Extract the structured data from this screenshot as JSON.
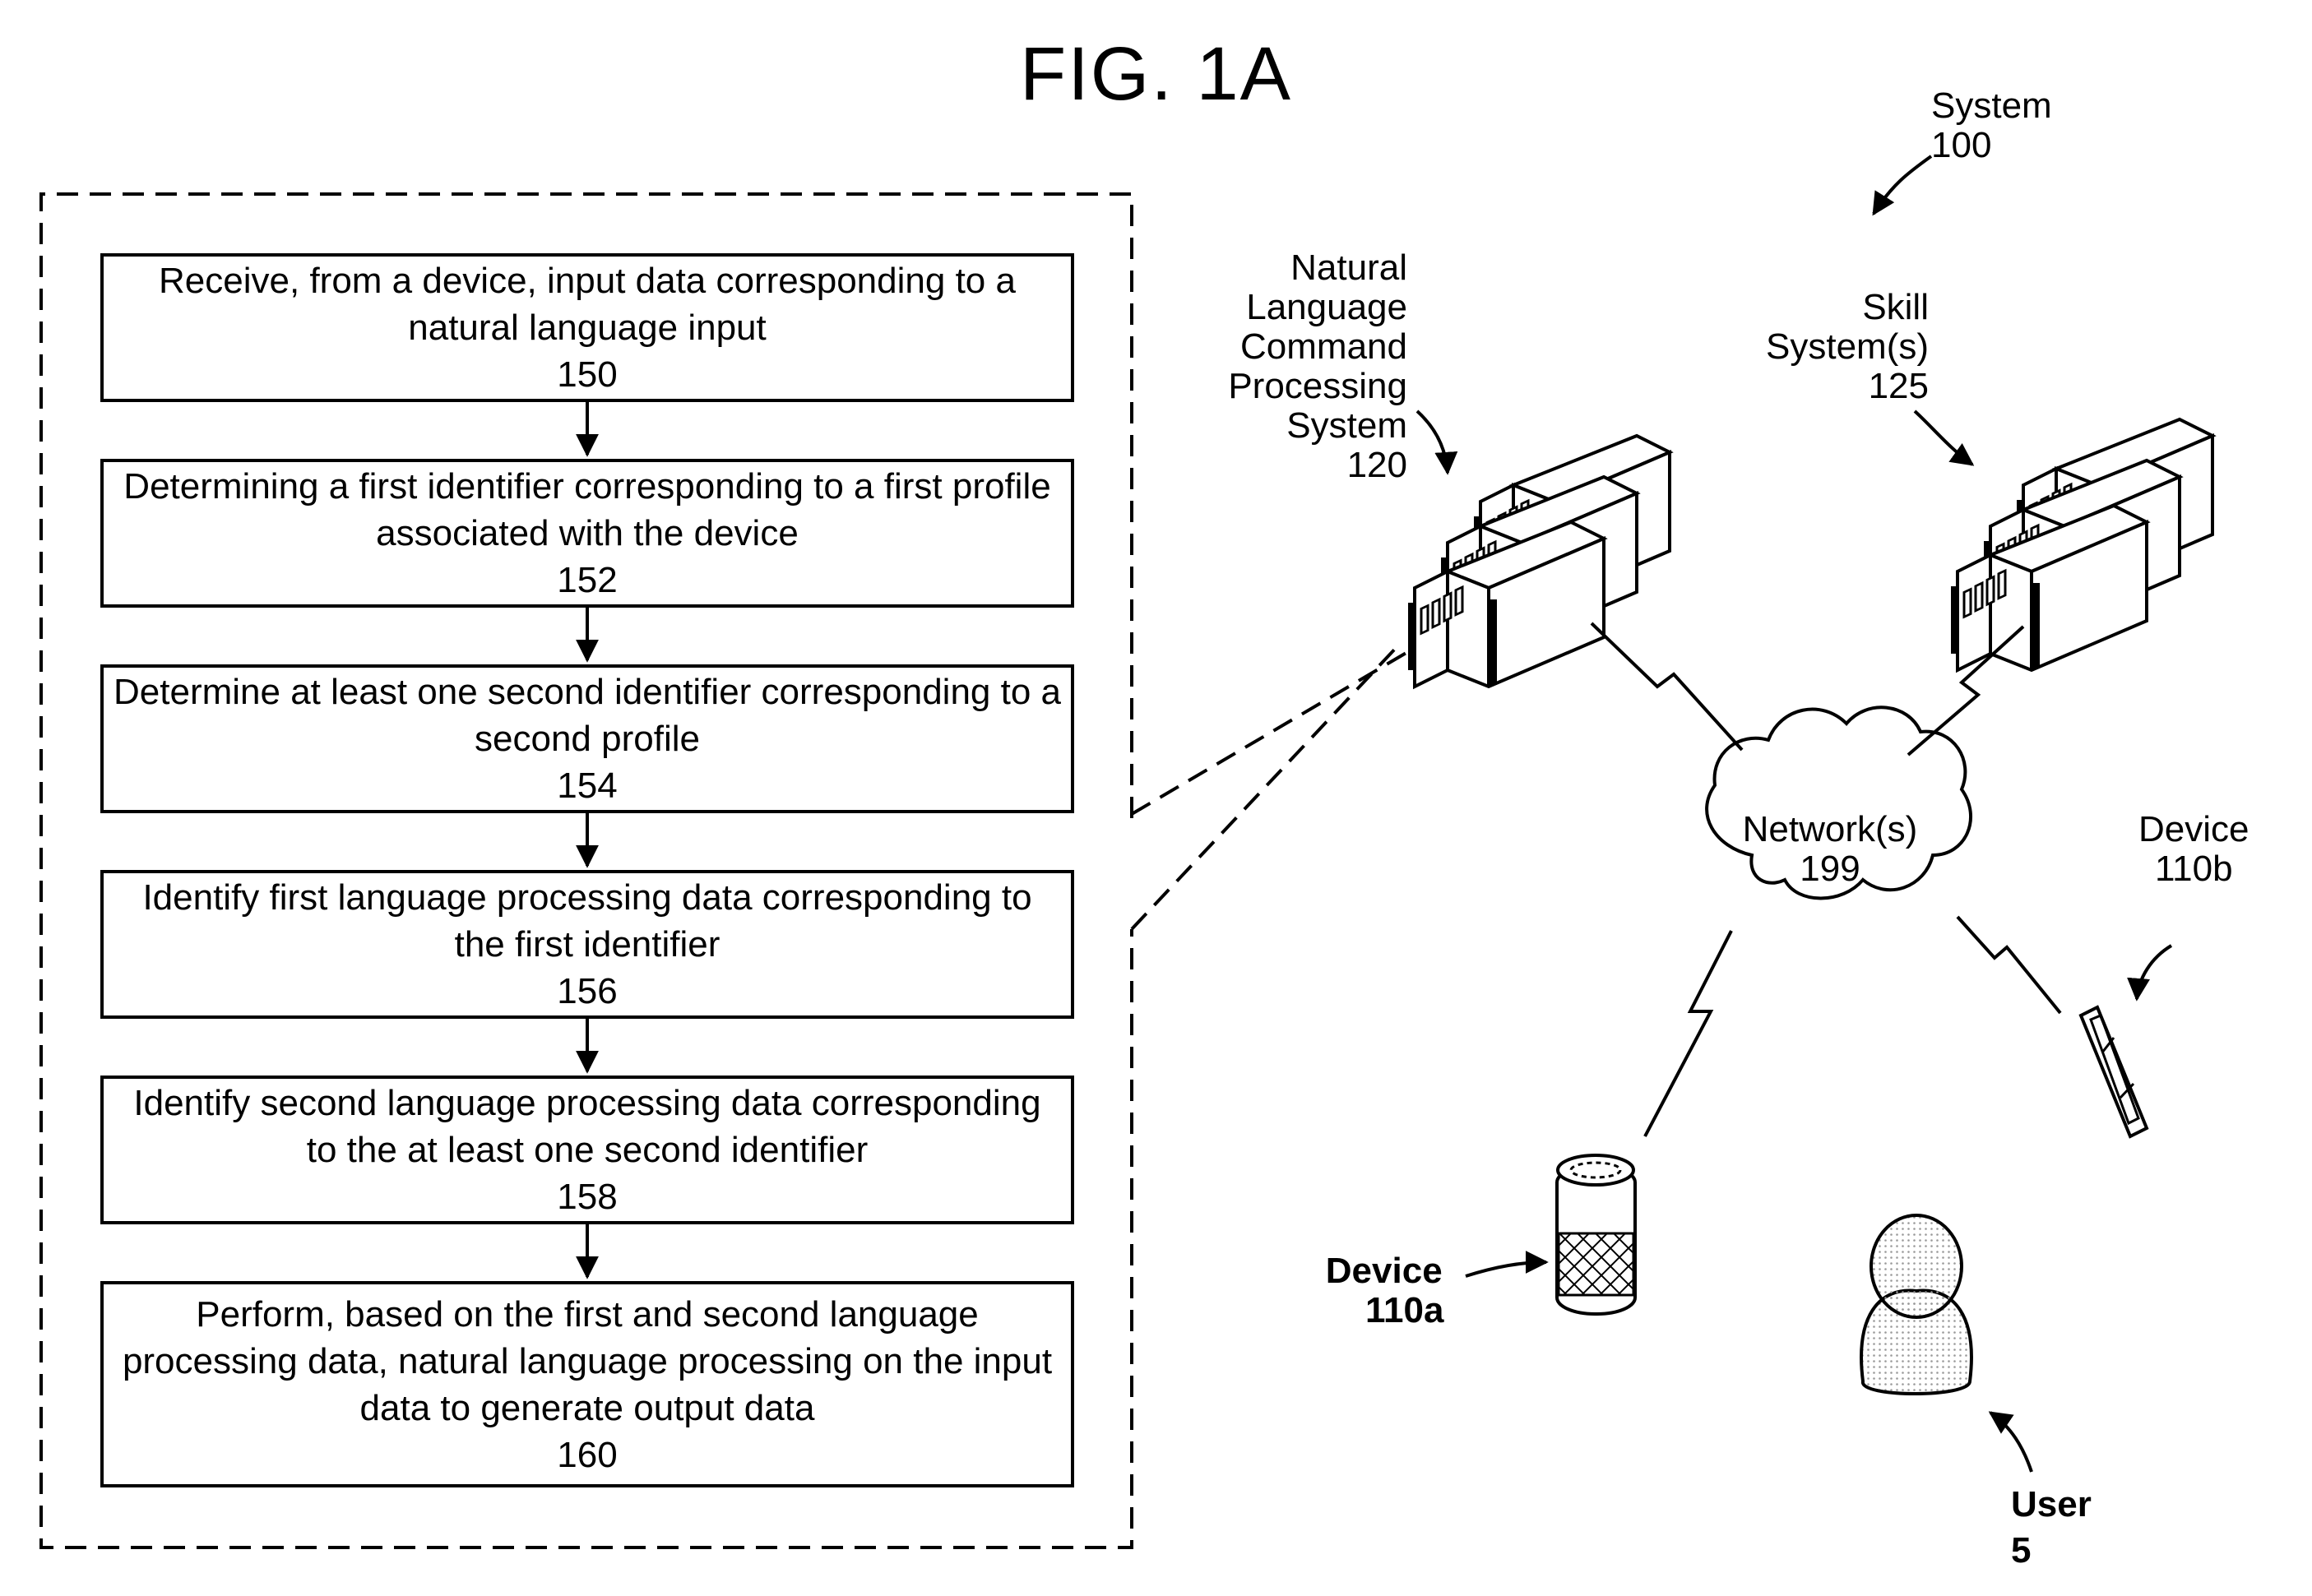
{
  "figure": {
    "title": "FIG. 1A"
  },
  "flowchart": {
    "steps": [
      {
        "text": "Receive, from a device, input data corresponding to a natural language input",
        "number": "150"
      },
      {
        "text": "Determining a first identifier corresponding to a first profile associated with the device",
        "number": "152"
      },
      {
        "text": "Determine at least one second identifier corresponding to a second profile",
        "number": "154"
      },
      {
        "text": "Identify first language processing data corresponding to the first identifier",
        "number": "156"
      },
      {
        "text": "Identify second language processing data corresponding to the at least one second identifier",
        "number": "158"
      },
      {
        "text": "Perform, based on the first and second language processing data, natural language processing on the input data to generate output data",
        "number": "160"
      }
    ]
  },
  "labels": {
    "system": {
      "name": "System",
      "number": "100"
    },
    "nlp_system": {
      "line1": "Natural",
      "line2": "Language",
      "line3": "Command",
      "line4": "Processing",
      "line5": "System",
      "number": "120"
    },
    "skill_system": {
      "line1": "Skill",
      "line2": "System(s)",
      "number": "125"
    },
    "network": {
      "name": "Network(s)",
      "number": "199"
    },
    "device_b": {
      "name": "Device",
      "number": "110b"
    },
    "device_a": {
      "name": "Device",
      "number": "110a"
    },
    "user": {
      "name": "User",
      "number": "5"
    }
  }
}
